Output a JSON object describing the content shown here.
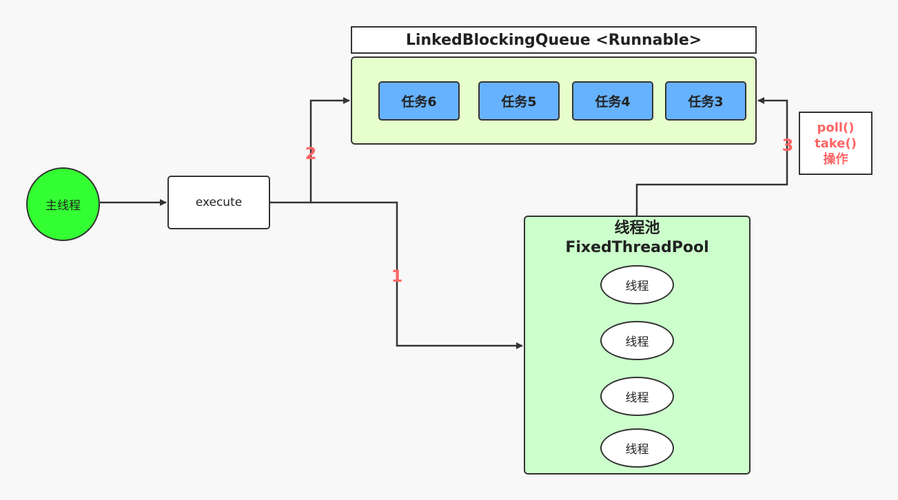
{
  "queue": {
    "title": "LinkedBlockingQueue <Runnable>",
    "tasks": [
      "任务6",
      "任务5",
      "任务4",
      "任务3"
    ]
  },
  "main_thread": {
    "label": "主线程"
  },
  "execute": {
    "label": "execute"
  },
  "pool": {
    "title_line1": "线程池",
    "title_line2": "FixedThreadPool",
    "threads": [
      "线程",
      "线程",
      "线程",
      "线程"
    ]
  },
  "operation": {
    "line1": "poll()",
    "line2": "take()",
    "line3": "操作"
  },
  "steps": {
    "step1": "1",
    "step2": "2",
    "step3": "3"
  },
  "colors": {
    "main_thread": "#33ff33",
    "queue_bg": "#e6ffcc",
    "task": "#66b2ff",
    "pool_bg": "#ccffcc",
    "step_label": "#ff6666",
    "line": "#333333"
  }
}
